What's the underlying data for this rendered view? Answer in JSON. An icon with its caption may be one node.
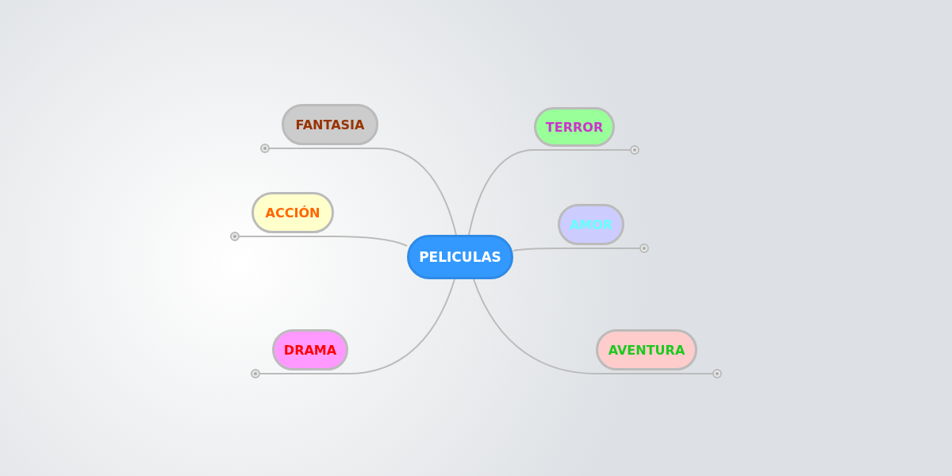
{
  "diagram": {
    "nodes": [
      {
        "text": [
          "PELICULAS"
        ]
      },
      {
        "text": [
          "FANTASIA"
        ]
      },
      {
        "text": [
          "TERROR"
        ]
      },
      {
        "text": [
          "ACCIÓN"
        ]
      },
      {
        "text": [
          "AMOR"
        ]
      },
      {
        "text": [
          "DRAMA"
        ]
      },
      {
        "text": [
          "AVENTURA"
        ]
      }
    ],
    "edges": [
      {
        "from": 0,
        "to": 1,
        "arrow": "none"
      },
      {
        "from": 0,
        "to": 2,
        "arrow": "none"
      },
      {
        "from": 0,
        "to": 3,
        "arrow": "none"
      },
      {
        "from": 0,
        "to": 4,
        "arrow": "none"
      },
      {
        "from": 0,
        "to": 5,
        "arrow": "none"
      },
      {
        "from": 0,
        "to": 6,
        "arrow": "none"
      }
    ]
  }
}
